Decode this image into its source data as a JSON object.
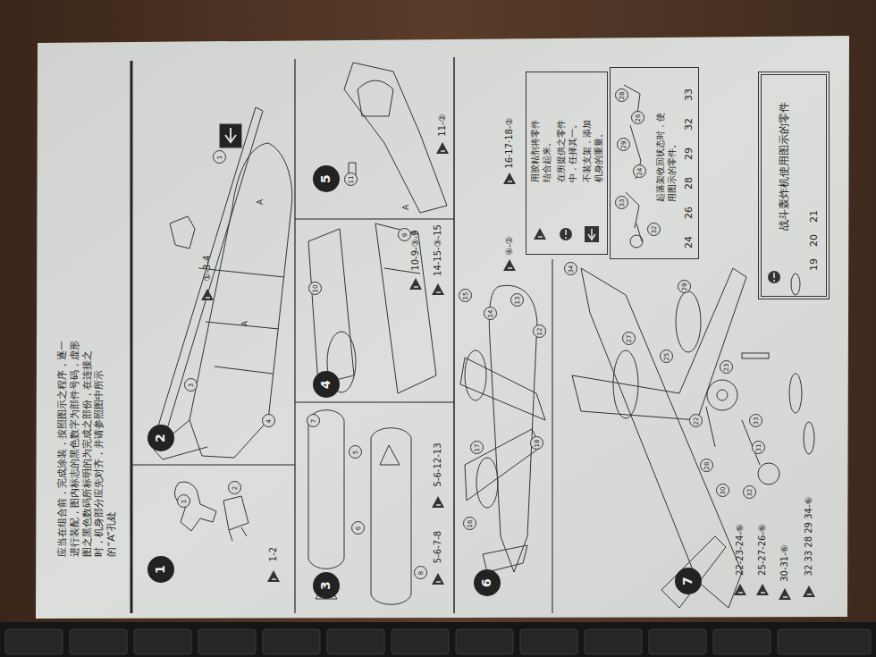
{
  "diagram": {
    "nodes": [
      {
        "text": [
          "1"
        ]
      },
      {
        "text": [
          "2"
        ]
      },
      {
        "text": [
          "3"
        ]
      },
      {
        "text": [
          "4"
        ]
      },
      {
        "text": [
          "5"
        ]
      },
      {
        "text": [
          "6"
        ]
      },
      {
        "text": [
          "7"
        ]
      },
      {
        "text": [
          "用胶粘剂将零件结合起来。",
          "在所提供之零件中，任择其一。",
          "不装支架，添加机身的重量。"
        ]
      },
      {
        "text": [
          "起落架收回状态时，使用图示的零件。",
          "24",
          "26",
          "28",
          "29",
          "32",
          "33"
        ]
      },
      {
        "text": [
          "战斗轰炸机使用图示的零件",
          "19",
          "20",
          "21"
        ]
      },
      {
        "text": [
          "1"
        ]
      },
      {
        "text": [
          "2"
        ]
      },
      {
        "text": [
          "1"
        ]
      },
      {
        "text": [
          "3"
        ]
      },
      {
        "text": [
          "4"
        ]
      },
      {
        "text": [
          "7"
        ]
      },
      {
        "text": [
          "5"
        ]
      },
      {
        "text": [
          "6"
        ]
      },
      {
        "text": [
          "8"
        ]
      },
      {
        "text": [
          "10"
        ]
      },
      {
        "text": [
          "9"
        ]
      },
      {
        "text": [
          "11"
        ]
      },
      {
        "text": [
          "15"
        ]
      },
      {
        "text": [
          "14"
        ]
      },
      {
        "text": [
          "13"
        ]
      },
      {
        "text": [
          "12"
        ]
      },
      {
        "text": [
          "16"
        ]
      },
      {
        "text": [
          "17"
        ]
      },
      {
        "text": [
          "18"
        ]
      },
      {
        "text": [
          "34"
        ]
      },
      {
        "text": [
          "27"
        ]
      },
      {
        "text": [
          "25"
        ]
      },
      {
        "text": [
          "29"
        ]
      },
      {
        "text": [
          "22"
        ]
      },
      {
        "text": [
          "23"
        ]
      },
      {
        "text": [
          "28"
        ]
      },
      {
        "text": [
          "33"
        ]
      },
      {
        "text": [
          "31"
        ]
      },
      {
        "text": [
          "32"
        ]
      },
      {
        "text": [
          "30"
        ]
      },
      {
        "text": [
          "28"
        ],
        "in": 8
      },
      {
        "text": [
          "26"
        ],
        "in": 8
      },
      {
        "text": [
          "29"
        ],
        "in": 8
      },
      {
        "text": [
          "24"
        ],
        "in": 8
      },
      {
        "text": [
          "33"
        ],
        "in": 8
      },
      {
        "text": [
          "32"
        ],
        "in": 8
      }
    ],
    "labels": [
      "应当在组合前，完成涂装，按照图示之程序，逐一进行装配，图内标志的黑色数字为部件号码，虚形图之黑色数码所标明的为完成之部份，在连接之时，机身部分应先对齐，并请参照图中所示的“A”孔处",
      "1-2",
      "①-3-4",
      "5-6-7-8",
      "5-6-12-13",
      "10-9-③-9",
      "14-15-③-15",
      "11-②",
      "④-②",
      "16·17·18-②",
      "22-23-24-⑥",
      "25-27-26-⑥",
      "30-31-⑥",
      "32 33 28 29 34-⑥",
      "A",
      "A",
      "A"
    ]
  }
}
